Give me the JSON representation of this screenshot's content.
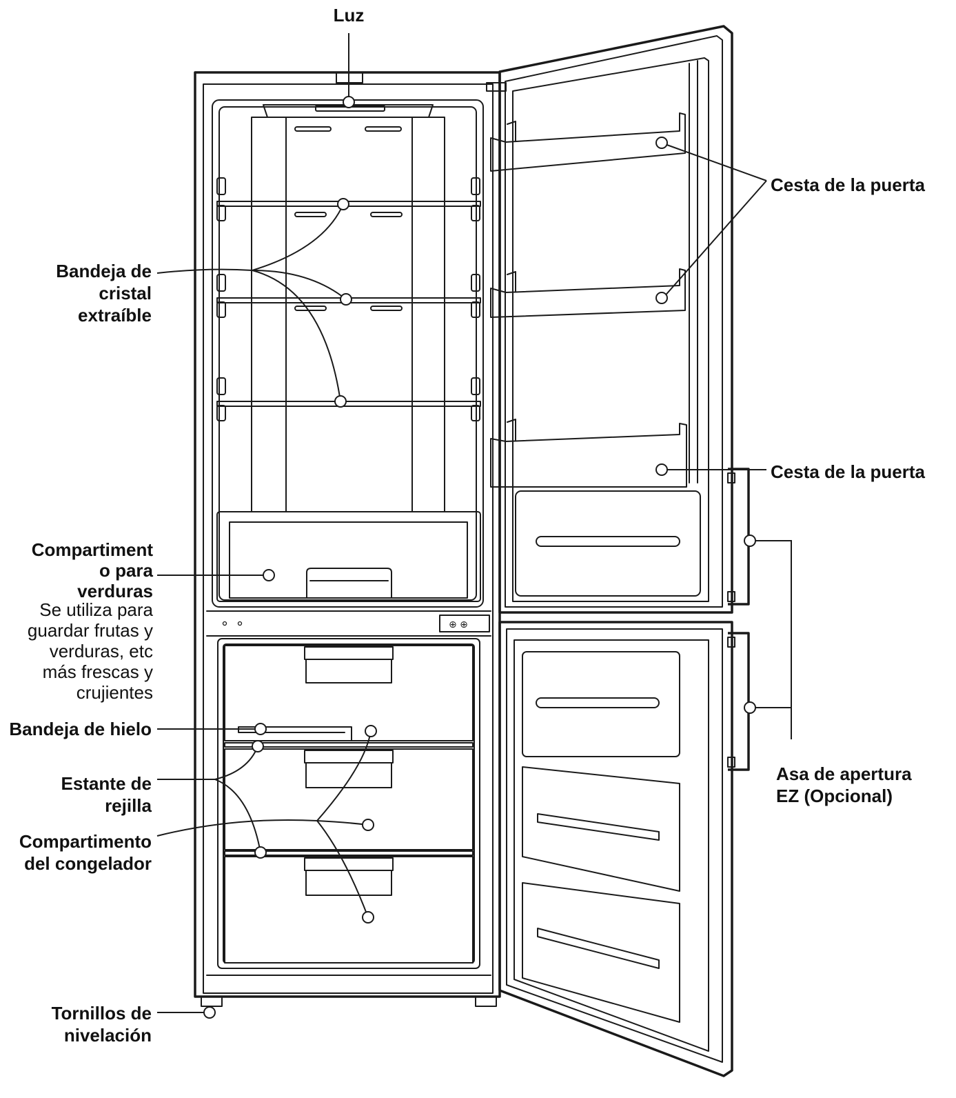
{
  "labels": {
    "light": "Luz",
    "door_basket_top": "Cesta de la puerta",
    "door_basket_bottom": "Cesta de la puerta",
    "glass_shelf": "Bandeja de\ncristal\nextraíble",
    "vegetable_drawer": "Compartiment\no para\nverduras",
    "vegetable_drawer_desc": "Se utiliza para\nguardar frutas y\nverduras, etc\nmás frescas y\ncrujientes",
    "ice_tray": "Bandeja de hielo",
    "wire_shelf": "Estante de\nrejilla",
    "freezer_drawer": "Compartimento\ndel congelador",
    "leveling_screws": "Tornillos de\nnivelación",
    "ez_handle": "Asa de apertura\nEZ (Opcional)"
  },
  "colors": {
    "line": "#1a1a1a",
    "background": "#ffffff"
  }
}
